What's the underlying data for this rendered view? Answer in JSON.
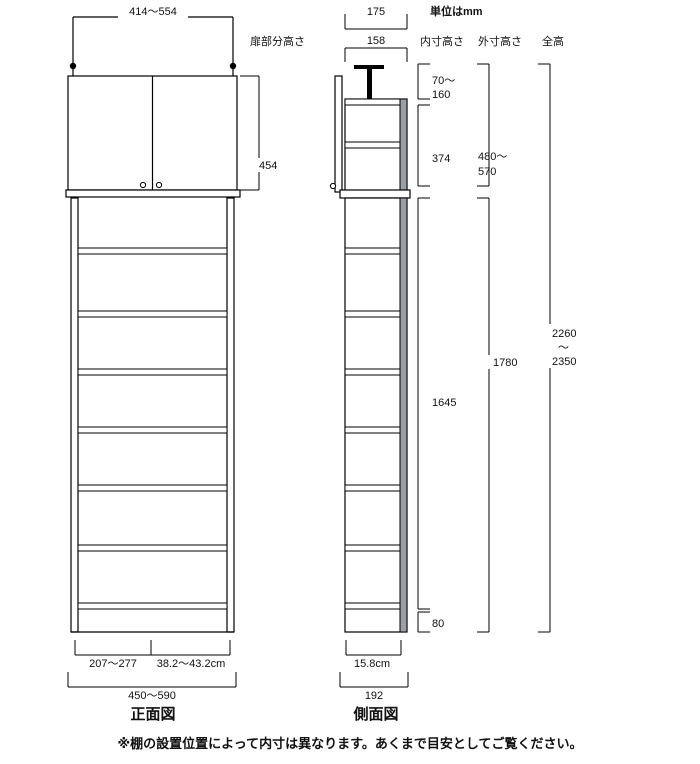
{
  "units": {
    "label": "単位はmm"
  },
  "column_headers": {
    "door_height": "扉部分高さ",
    "inner_height": "内寸高さ",
    "outer_height": "外寸高さ",
    "total_height": "全高"
  },
  "front_view": {
    "caption": "正面図",
    "top_width": "414～554",
    "door_height_value": "454",
    "inner_width_left": "207～277",
    "inner_width_right": "38.2～43.2cm",
    "total_width": "450～590"
  },
  "side_view": {
    "caption": "側面図",
    "top_outer_depth": "175",
    "top_inner_depth": "158",
    "inner_top_gap": "70～\n160",
    "inner_upper": "374",
    "outer_upper": "480～\n570",
    "inner_lower": "1645",
    "outer_lower": "1780",
    "total": "2260\n～\n2350",
    "base": "80",
    "inner_depth": "15.8cm",
    "outer_depth": "192"
  },
  "footnote": "※棚の設置位置によって内寸は異なります。あくまで目安としてご覧ください。"
}
